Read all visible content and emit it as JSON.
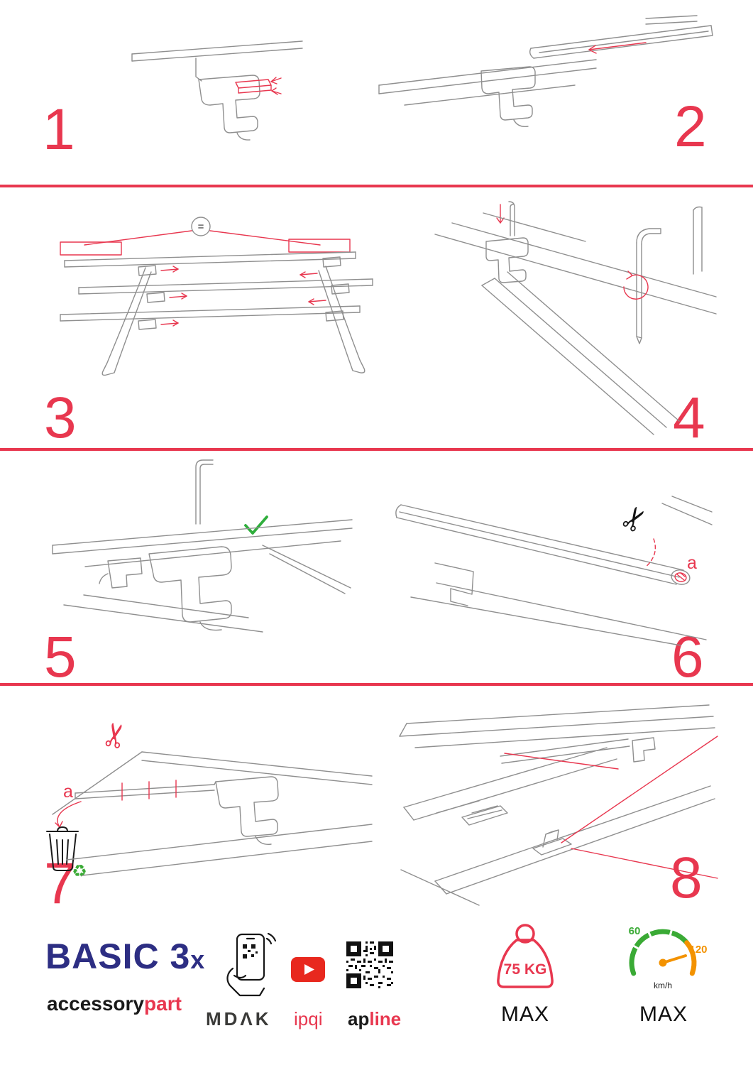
{
  "steps": [
    {
      "number": "1"
    },
    {
      "number": "2"
    },
    {
      "number": "3"
    },
    {
      "number": "4"
    },
    {
      "number": "5"
    },
    {
      "number": "6"
    },
    {
      "number": "7"
    },
    {
      "number": "8"
    }
  ],
  "annotations": {
    "equal": "=",
    "label_a": "a",
    "scissors_glyph": "✂",
    "recycle_glyph": "♻"
  },
  "footer": {
    "product": {
      "name": "BASIC 3",
      "suffix": "x"
    },
    "brand": {
      "black": "accessory",
      "red": "part"
    },
    "partners": {
      "mdak": "MDΛK",
      "ipqi": "ipqi",
      "apline_black": "ap",
      "apline_red": "line"
    },
    "weight": {
      "value": "75 KG",
      "label": "MAX"
    },
    "speed": {
      "low": "60",
      "high": "120",
      "unit": "km/h",
      "label": "MAX"
    }
  },
  "colors": {
    "accent_red": "#e8374f",
    "brand_blue": "#2d2e83",
    "green": "#3aaa35",
    "orange": "#f39200"
  }
}
